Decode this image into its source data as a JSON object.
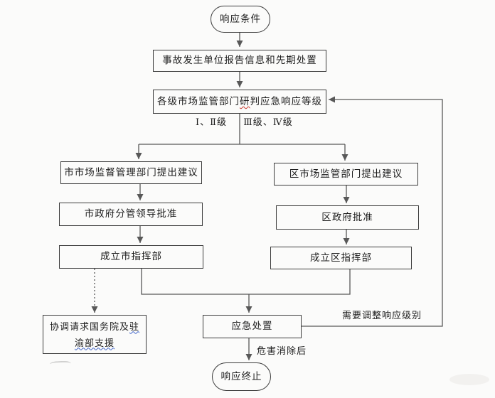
{
  "flowchart": {
    "start": "响应条件",
    "report": "事故发生单位报告信息和先期处置",
    "assess": {
      "pre": "各级市场监管部门",
      "marked": "研",
      "post": "判应急响应等级"
    },
    "branch_left_label": "Ⅰ、Ⅱ级",
    "branch_right_label": "Ⅲ级、Ⅳ级",
    "city_suggest": "市市场监督管理部门提出建议",
    "city_approve": "市政府分管领导批准",
    "city_command": "成立市指挥部",
    "district_suggest": "区市场监管部门提出建议",
    "district_approve": "区政府批准",
    "district_command": "成立区指挥部",
    "coordinate": {
      "line1_pre": "协调请求国务院及",
      "line1_marked": "驻",
      "line2": "渝部支援"
    },
    "response": "应急处置",
    "end": "响应终止",
    "feedback_label": "需要调整响应级别",
    "hazard_label": "危害消除后"
  },
  "colors": {
    "bg": "#fbfbfa",
    "line": "#585858",
    "border": "#3c3c3c",
    "text": "#1d1d1d",
    "red": "#c43126",
    "blue": "#3f63c9"
  }
}
